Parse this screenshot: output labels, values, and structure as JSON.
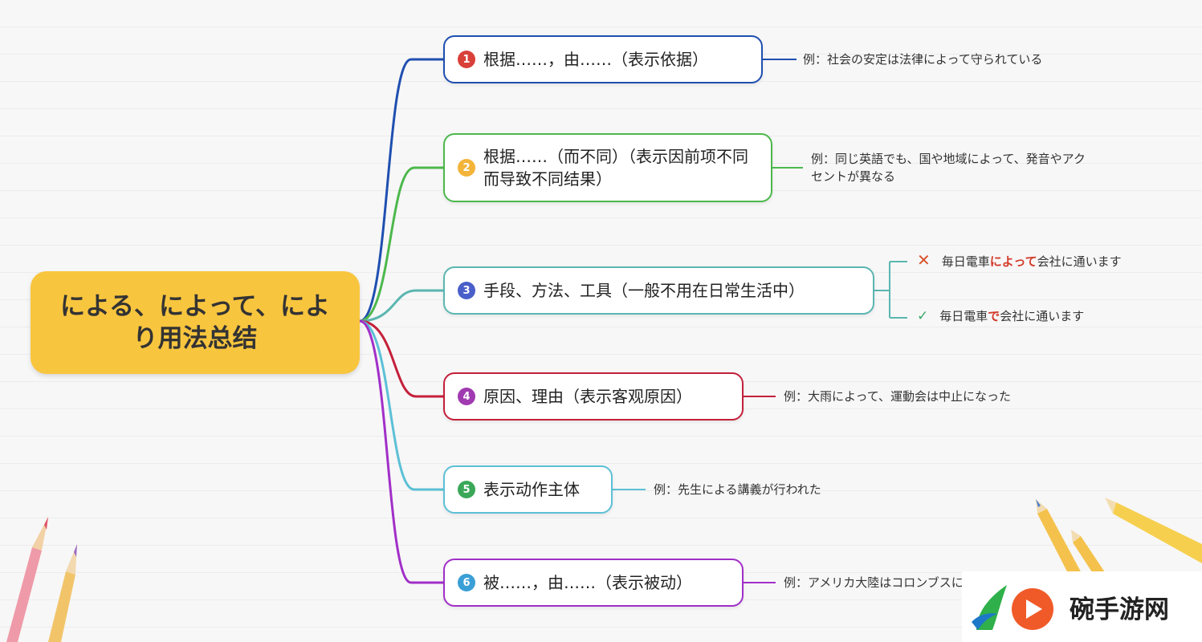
{
  "root": {
    "title": "による、によって、により用法总结",
    "color": "#f8c53e"
  },
  "branches": [
    {
      "number": "1",
      "label": "根据……，由……（表示依据）",
      "color": "#1f4fb0",
      "badge_color": "#d9403a",
      "example": "例：社会の安定は法律によって守られている"
    },
    {
      "number": "2",
      "label": "根据……（而不同）（表示因前项不同而导致不同结果）",
      "color": "#4cb84c",
      "badge_color": "#f3b43a",
      "example": "例：同じ英語でも、国や地域によって、発音やアクセントが異なる"
    },
    {
      "number": "3",
      "label": "手段、方法、工具（一般不用在日常生活中）",
      "color": "#5bb6b0",
      "badge_color": "#4a5fc9",
      "example_wrong": {
        "mark": "✕",
        "before": "毎日電車",
        "highlight": "によって",
        "after": "会社に通います"
      },
      "example_right": {
        "mark": "✓",
        "before": "毎日電車",
        "highlight": "で",
        "after": "会社に通います"
      }
    },
    {
      "number": "4",
      "label": "原因、理由（表示客观原因）",
      "color": "#c4203a",
      "badge_color": "#a03ab0",
      "example": "例：大雨によって、運動会は中止になった"
    },
    {
      "number": "5",
      "label": "表示动作主体",
      "color": "#5cc0d6",
      "badge_color": "#3aa858",
      "example": "例：先生による講義が行われた"
    },
    {
      "number": "6",
      "label": "被……，由……（表示被动）",
      "color": "#a12fc8",
      "badge_color": "#3a9fd6",
      "example": "例：アメリカ大陸はコロンブスによって発見された"
    }
  ],
  "watermark": {
    "text": "碗手游网"
  }
}
